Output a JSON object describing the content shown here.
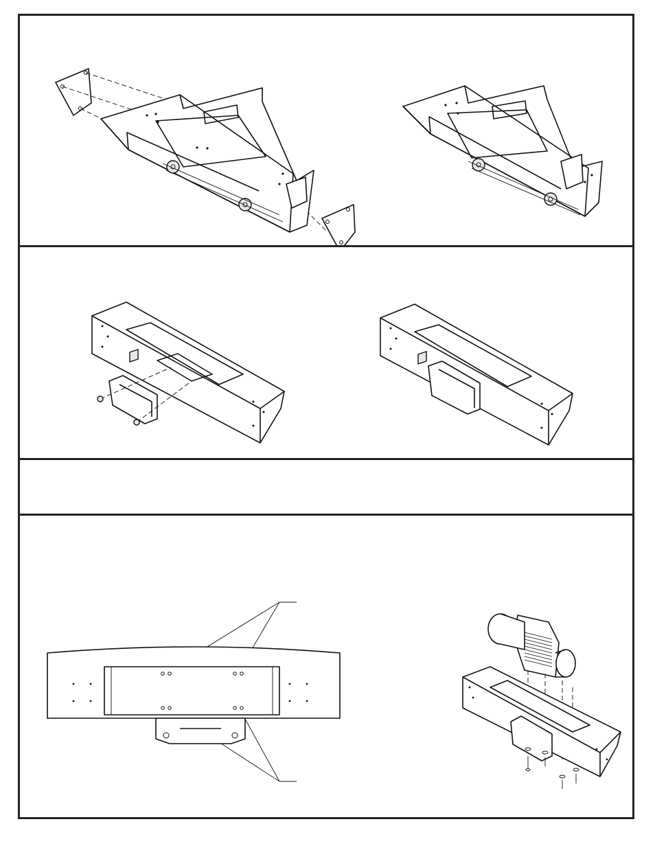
{
  "document": {
    "panels": [
      {
        "id": "step-1",
        "figures": [
          "bracket-exploded-end-plates",
          "bracket-assembled-end-plates"
        ]
      },
      {
        "id": "step-2",
        "figures": [
          "fairlead-exploded",
          "fairlead-installed"
        ]
      },
      {
        "id": "step-3",
        "figures": []
      },
      {
        "id": "step-4",
        "figures": [
          "bracket-bottom-view-mounting-holes",
          "winch-mounting-exploded"
        ]
      }
    ]
  }
}
